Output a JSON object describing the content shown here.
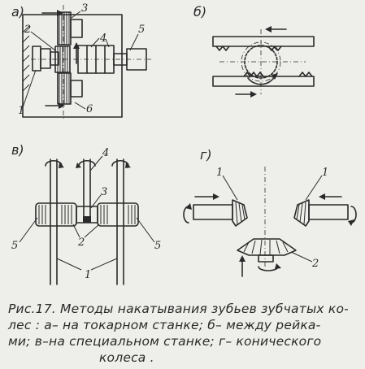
{
  "panels": {
    "a": {
      "letter": "a)",
      "labels": [
        "1",
        "2",
        "3",
        "4",
        "5",
        "6"
      ]
    },
    "b": {
      "letter": "б)"
    },
    "c": {
      "letter": "в)",
      "labels": [
        "1",
        "2",
        "3",
        "4",
        "5",
        "5"
      ]
    },
    "d": {
      "letter": "г)",
      "labels": [
        "1",
        "1",
        "2"
      ]
    }
  },
  "caption": {
    "line1": "Рис.17. Методы накатывания зубьев зубчатых ко-",
    "line2": "лес : а– на токарном станке; б– между рейка-",
    "line3": "ми; в–на специальном станке; г– конического",
    "line4": "колеса ."
  }
}
